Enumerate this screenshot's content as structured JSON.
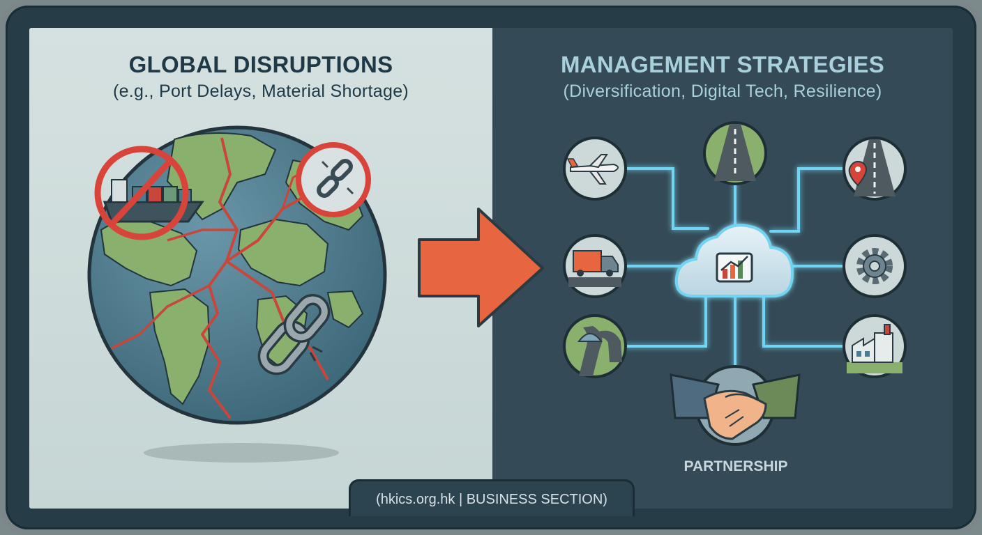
{
  "left": {
    "title": "GLOBAL DISRUPTIONS",
    "subtitle": "(e.g., Port Delays, Material Shortage)"
  },
  "right": {
    "title": "MANAGEMENT STRATEGIES",
    "subtitle": "(Diversification, Digital Tech, Resilience)",
    "partnership_label": "PARTNERSHIP"
  },
  "footer": "(hkics.org.hk | BUSINESS SECTION)",
  "colors": {
    "arrow": "#e8663f",
    "glow": "#6fd4f2",
    "no_sign": "#d8443a",
    "ocean": "#4a7a8e",
    "land": "#8ab06e"
  },
  "icons": [
    "no-ship-icon",
    "broken-chain-icon",
    "broken-chain-large-icon",
    "airplane-icon",
    "road-icon",
    "road-pin-icon",
    "truck-icon",
    "cloud-chart-icon",
    "gear-icon",
    "tunnel-road-icon",
    "factory-icon",
    "handshake-icon"
  ]
}
